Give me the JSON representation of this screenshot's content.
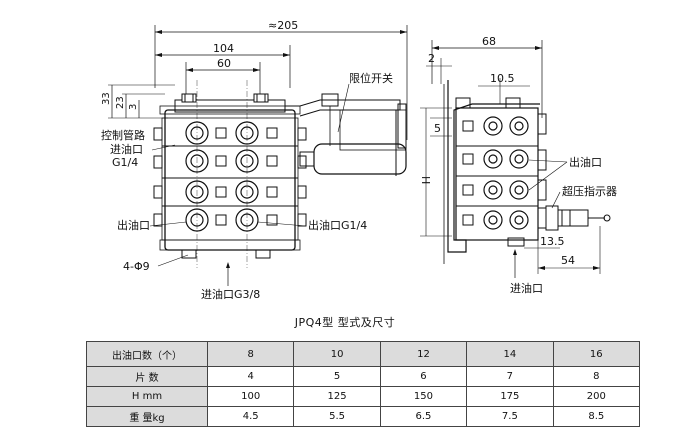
{
  "drawing": {
    "front": {
      "dim_overall": "≈205",
      "dim_width_104": "104",
      "dim_width_60": "60",
      "dim_33": "33",
      "dim_23": "23",
      "dim_3": "3",
      "label_limit_switch": "限位开关",
      "label_control_line": "控制管路",
      "label_inlet_top": "进油口",
      "label_inlet_top_size": "G1/4",
      "label_outlet_left": "出油口",
      "label_outlet_right": "出油口G1/4",
      "label_holes": "4-Φ9",
      "label_inlet_bottom": "进油口G3/8"
    },
    "side": {
      "dim_68": "68",
      "dim_2": "2",
      "dim_10_5": "10.5",
      "dim_5": "5",
      "dim_H": "H",
      "dim_13_5": "13.5",
      "dim_54": "54",
      "label_outlet": "出油口",
      "label_overpressure": "超压指示器",
      "label_outlet_bottom": "进油口"
    }
  },
  "caption": "JPQ4型 型式及尺寸",
  "table": {
    "rows": [
      {
        "label": "出油口数（个）",
        "values": [
          "8",
          "10",
          "12",
          "14",
          "16"
        ]
      },
      {
        "label": "片 数",
        "values": [
          "4",
          "5",
          "6",
          "7",
          "8"
        ]
      },
      {
        "label": "H mm",
        "values": [
          "100",
          "125",
          "150",
          "175",
          "200"
        ]
      },
      {
        "label": "重 量kg",
        "values": [
          "4.5",
          "5.5",
          "6.5",
          "7.5",
          "8.5"
        ]
      }
    ]
  }
}
